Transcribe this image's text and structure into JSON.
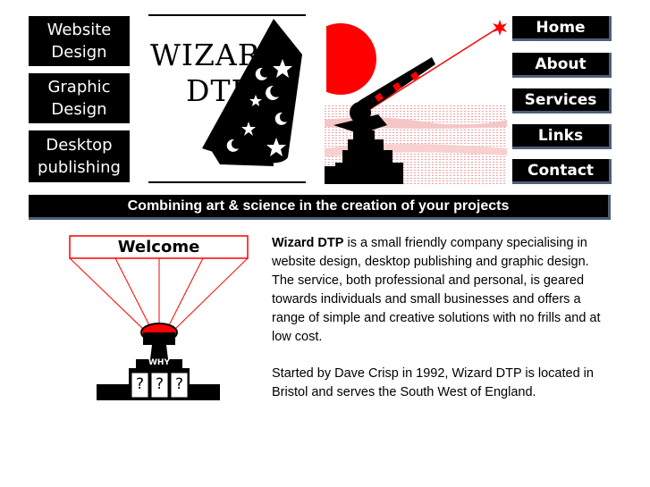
{
  "side_links": [
    {
      "line1": "Website",
      "line2": "Design"
    },
    {
      "line1": "Graphic",
      "line2": "Design"
    },
    {
      "line1": "Desktop",
      "line2": "publishing"
    }
  ],
  "logo": {
    "line1": "WIZARD",
    "line2": "DTP"
  },
  "nav": [
    "Home",
    "About",
    "Services",
    "Links",
    "Contact"
  ],
  "banner": "Combining art & science in the creation of your projects",
  "illustration": {
    "sign": "Welcome",
    "plate": "WHY",
    "boxes": [
      "?",
      "?",
      "?"
    ]
  },
  "intro": {
    "brand": "Wizard DTP",
    "text": " is a small friendly company specialising in website design, desktop publishing and graphic design. The service, both professional and personal, is geared towards individuals and small businesses and offers a range of simple and creative solutions with no frills and at low cost."
  },
  "history": "Started by Dave Crisp in 1992, Wizard DTP is located in Bristol and serves the South West of England.",
  "colors": {
    "accent_red": "#ff0000",
    "nav_shadow": "#4f5f78"
  }
}
